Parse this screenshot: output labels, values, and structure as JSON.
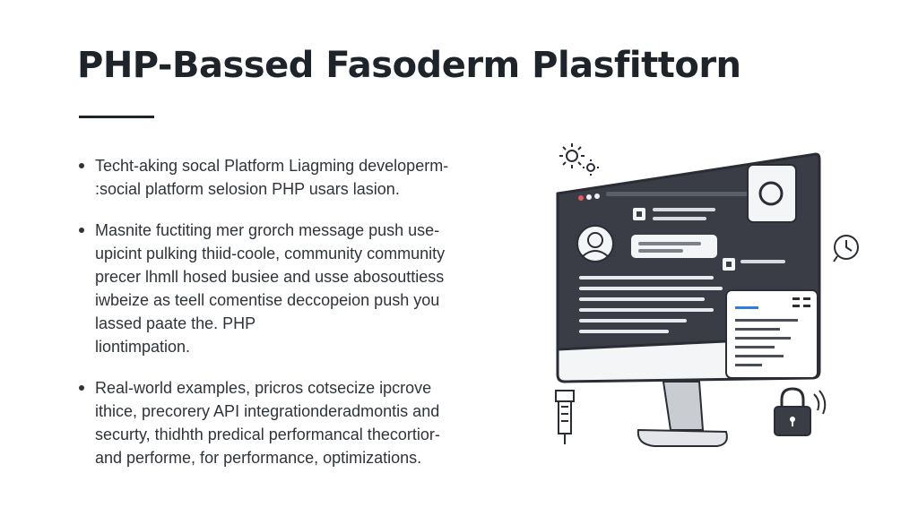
{
  "slide": {
    "title": "PHP-Bassed Fasoderm Plasfittorn",
    "bullets": [
      {
        "lines": [
          "Techt-aking socal Platform Liagming developerm-",
          ":social platform selosion PHP usars lasion."
        ]
      },
      {
        "lines": [
          "Masnite fuctiting mer grorch message push use-",
          "upicint pulking thiid-coole, community community",
          "precer lhmll hosed busiee and usse abosouttiess",
          "iwbeize as teell comentise deccopeion push you",
          "lassed paate the. PHP",
          "liontimpation."
        ]
      },
      {
        "lines": [
          "Real-world examples, pricros cotsecize ipcrove",
          "ithice, precorery API integrationderadmontis and",
          "securty, thidhth predical performancal thecortior-",
          "and performe, for performance, optimizations."
        ]
      }
    ]
  },
  "illustration": {
    "icons": [
      "gear-icon",
      "clock-icon",
      "padlock-icon",
      "usb-plug-icon",
      "avatar-icon"
    ],
    "colors": {
      "screen": "#3a3d45",
      "outline": "#2a2d34",
      "card": "#ffffff",
      "accent": "#2f7de1",
      "stand": "#c9ccd1"
    }
  }
}
